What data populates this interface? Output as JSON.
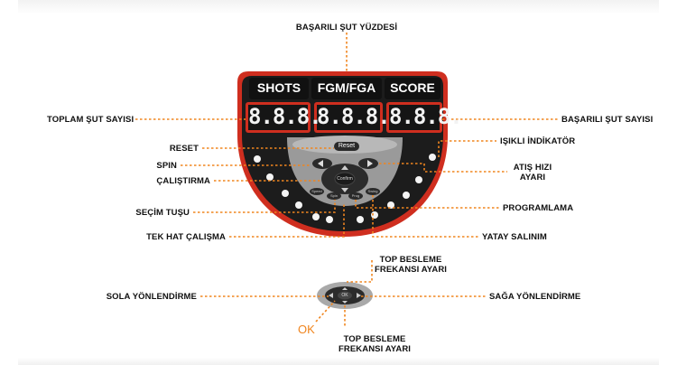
{
  "panel": {
    "headers": [
      "SHOTS",
      "FGM/FGA",
      "SCORE"
    ],
    "digits": "8.8.8.",
    "reset_label": "Reset",
    "confirm_label": "Confirm",
    "small_labels": [
      "Speed",
      "Spin",
      "Prog",
      "Swing"
    ],
    "remote_label": "OK"
  },
  "labels": {
    "basarili_yuzde": "BAŞARILI ŞUT YÜZDESİ",
    "toplam_sut": "TOPLAM ŞUT SAYISI",
    "basarili_sut": "BAŞARILI ŞUT SAYISI",
    "reset": "RESET",
    "isikli": "IŞIKLI İNDİKATÖR",
    "spin": "SPIN",
    "atis_line1": "ATIŞ HIZI",
    "atis_line2": "AYARI",
    "calistirma": "ÇALIŞTIRMA",
    "secim": "SEÇİM TUŞU",
    "programlama": "PROGRAMLAMA",
    "tek_hat": "TEK HAT ÇALIŞMA",
    "yatay": "YATAY SALINIM",
    "top_besleme_up_1": "TOP BESLEME",
    "top_besleme_up_2": "FREKANSI AYARI",
    "sola": "SOLA YÖNLENDİRME",
    "saga": "SAĞA YÖNLENDİRME",
    "top_besleme_down_1": "TOP BESLEME",
    "top_besleme_down_2": "FREKANSI AYARI",
    "ok": "OK"
  },
  "colors": {
    "panel_border": "#cf2e1f",
    "panel_dark": "#1c1c1c",
    "leader": "#f0851e",
    "segment": "#f2f2f2",
    "ok_text": "#f0851e"
  }
}
